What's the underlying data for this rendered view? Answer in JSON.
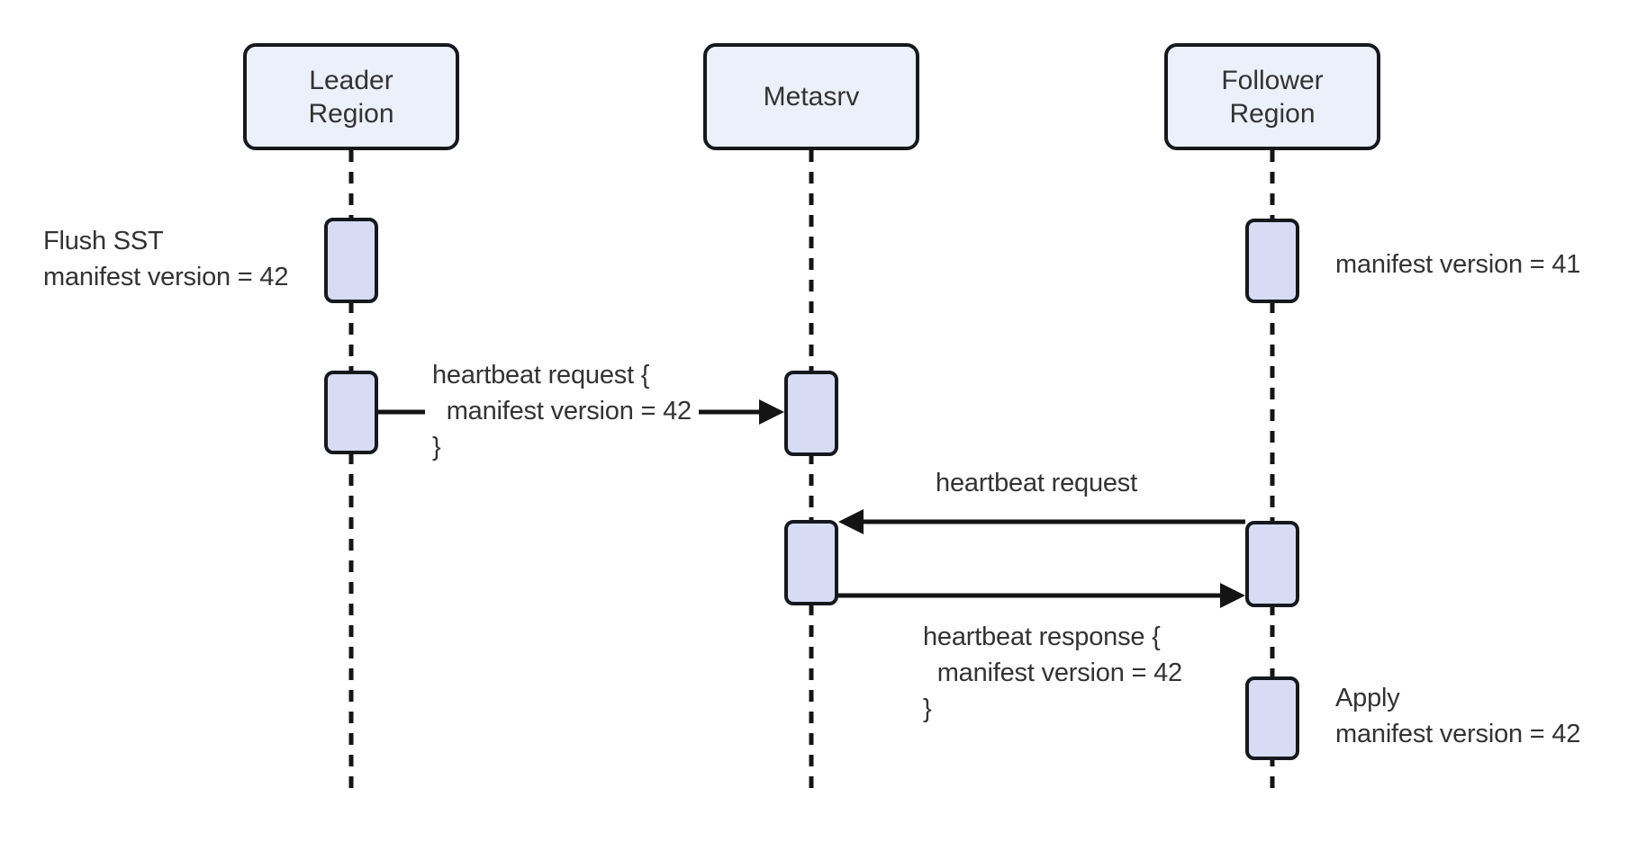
{
  "diagram_type": "sequence-diagram",
  "colors": {
    "participant_fill": "#ecf0fa",
    "activation_fill": "#d7dbf3",
    "border": "#15181d",
    "line": "#141414",
    "text": "#333333",
    "background": "#ffffff"
  },
  "participants": [
    {
      "id": "leader-region",
      "label": "Leader\nRegion"
    },
    {
      "id": "metasrv",
      "label": "Metasrv"
    },
    {
      "id": "follower-region",
      "label": "Follower\nRegion"
    }
  ],
  "messages": {
    "leader_heartbeat": {
      "from": "Leader Region",
      "to": "Metasrv",
      "label": "heartbeat request {\n  manifest version = 42\n}"
    },
    "follower_heartbeat": {
      "from": "Follower Region",
      "to": "Metasrv",
      "label": "heartbeat request"
    },
    "heartbeat_response": {
      "from": "Metasrv",
      "to": "Follower Region",
      "label": "heartbeat response {\n  manifest version = 42\n}"
    }
  },
  "annotations": {
    "flush_note": "Flush SST\nmanifest version = 42",
    "follower_version_note": "manifest version = 41",
    "apply_note": "Apply\nmanifest version = 42"
  }
}
